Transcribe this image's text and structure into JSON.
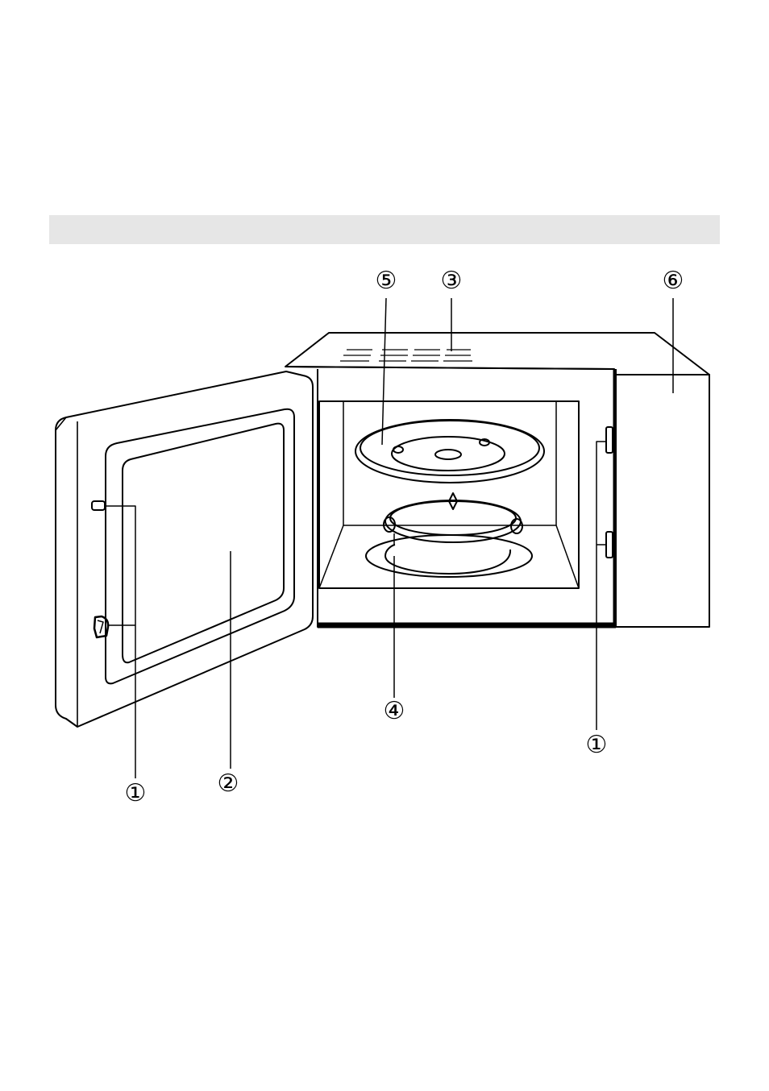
{
  "section_bar": {
    "color": "#e6e6e6"
  },
  "callouts": {
    "door_latch_left": "①",
    "door_window": "②",
    "waveguide_cover": "③",
    "roller_ring": "④",
    "glass_tray": "⑤",
    "control_panel": "⑥",
    "door_latch_right": "①"
  },
  "colors": {
    "line": "#000000",
    "background": "#ffffff",
    "door_face": "#ffffff"
  }
}
